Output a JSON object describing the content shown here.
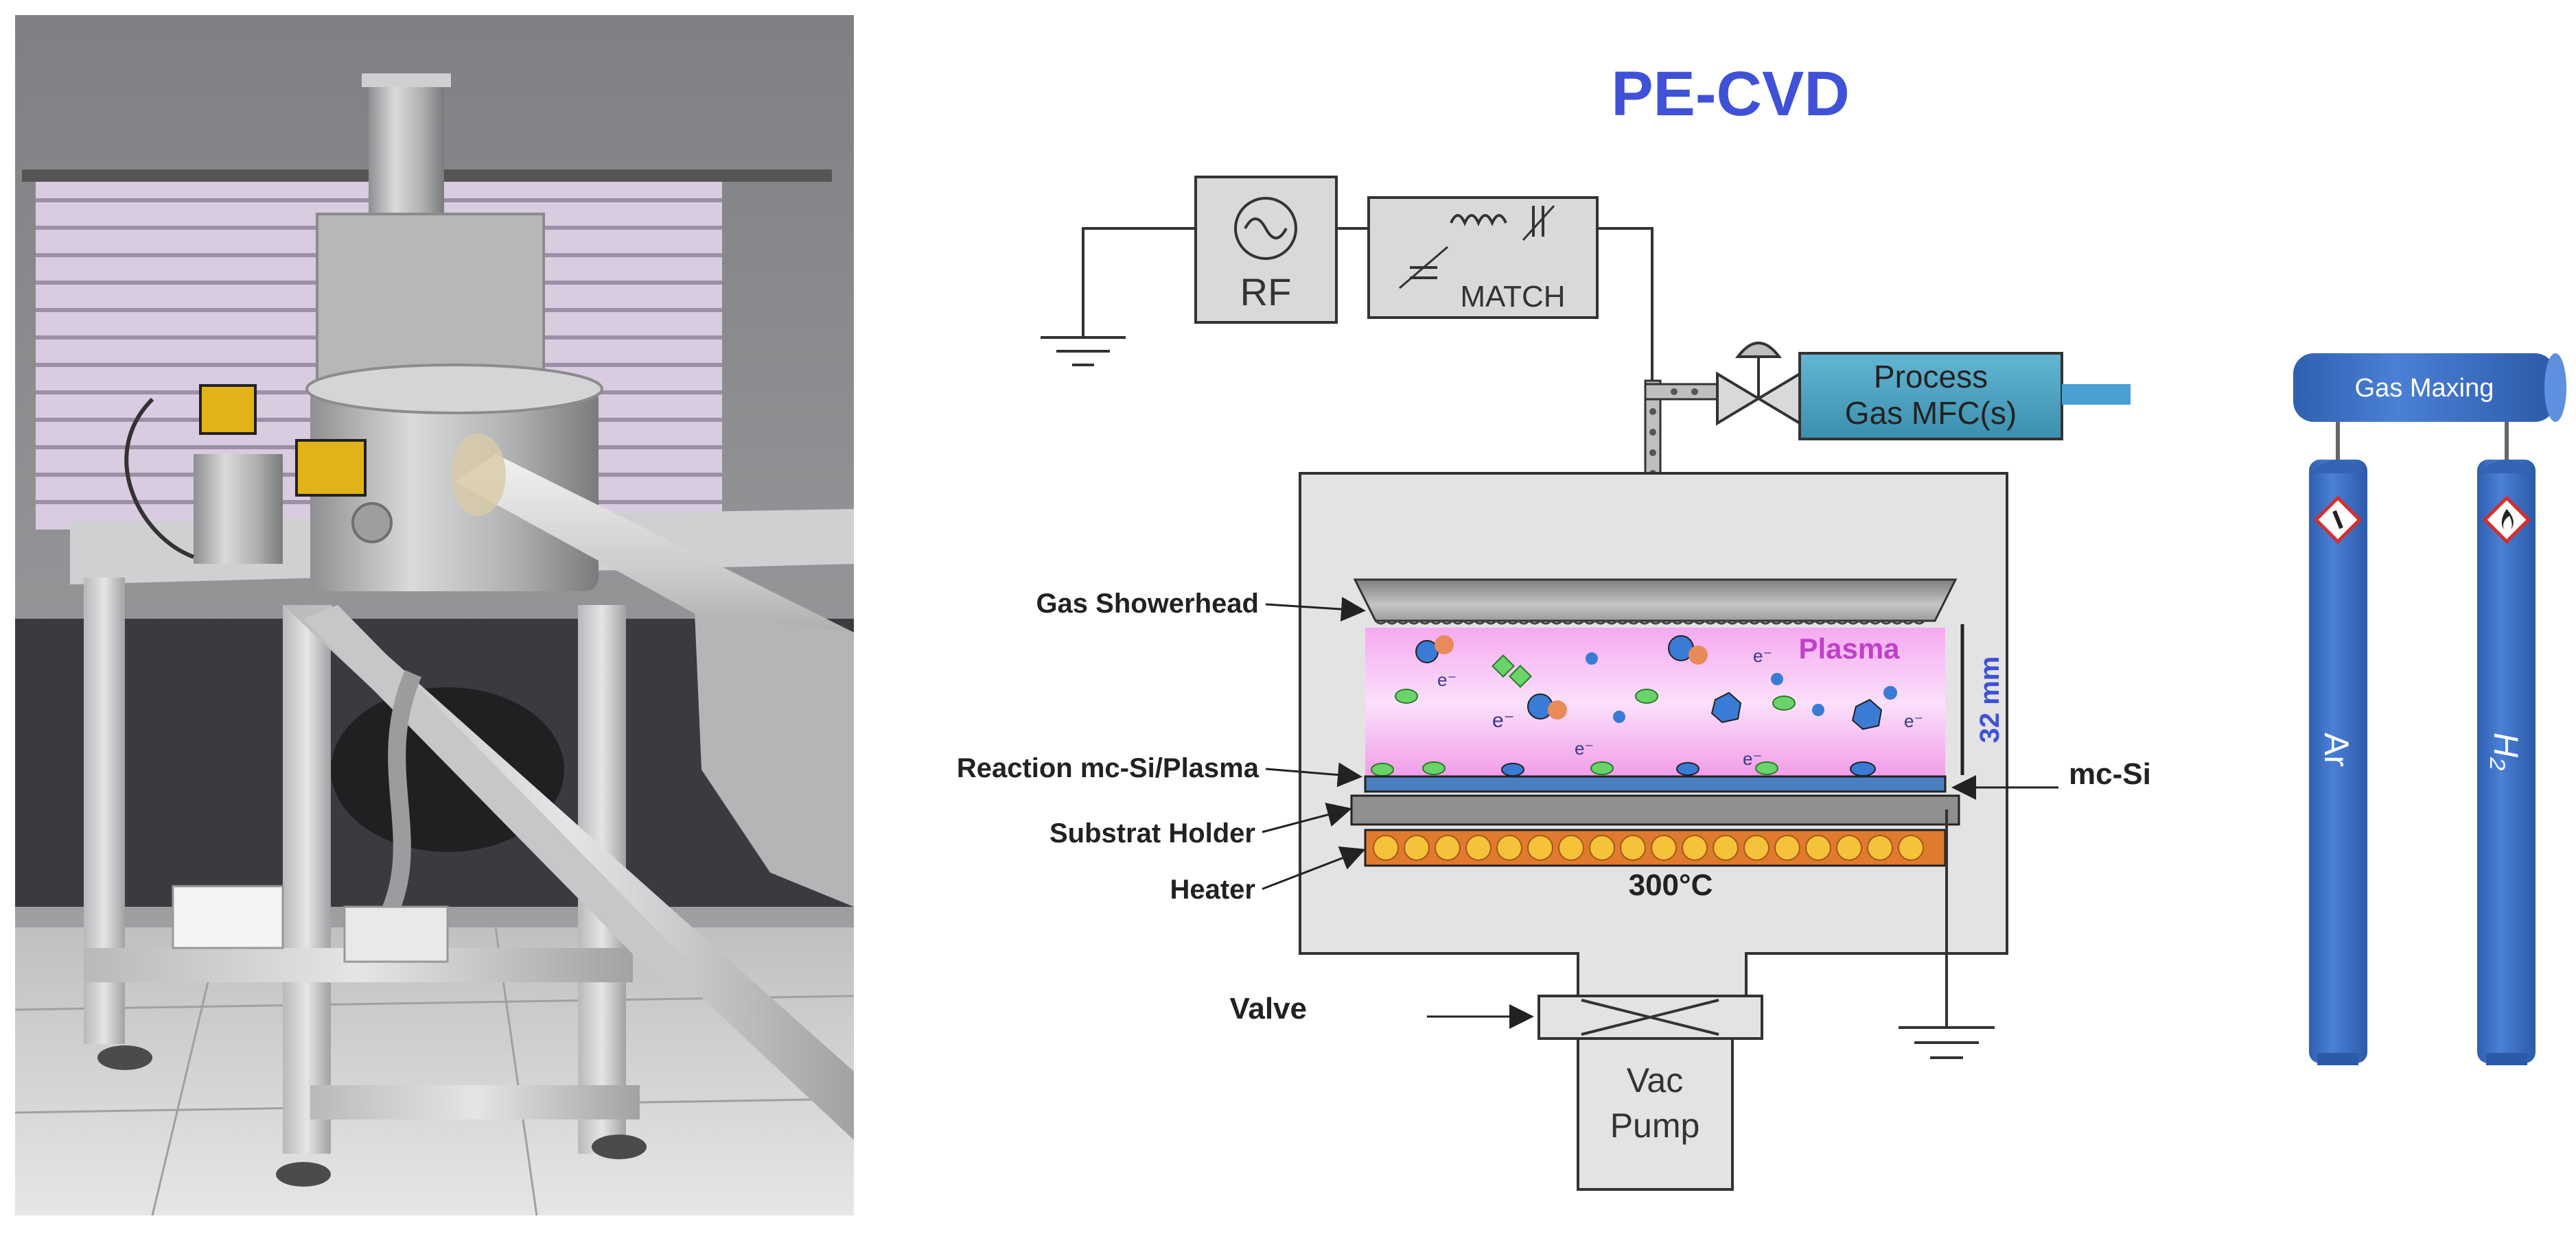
{
  "title": "PE-CVD",
  "rf_source": {
    "label": "RF"
  },
  "match_box": {
    "label": "MATCH"
  },
  "mfc": {
    "line1": "Process",
    "line2": "Gas MFC(s)"
  },
  "gas_mixing": {
    "label": "Gas Maxing"
  },
  "cylinders": [
    {
      "label": "Ar",
      "hazard_icon": "oxidizer-diamond-icon"
    },
    {
      "label": "H₂",
      "hazard_icon": "flammable-diamond-icon"
    }
  ],
  "chamber_labels": {
    "showerhead": "Gas Showerhead",
    "reaction": "Reaction mc-Si/Plasma",
    "holder": "Substrat Holder",
    "heater": "Heater",
    "valve": "Valve",
    "mcsi": "mc-Si",
    "plasma": "Plasma",
    "gap": "32 mm",
    "temperature": "300°C"
  },
  "pump": {
    "line1": "Vac",
    "line2": "Pump"
  },
  "colors": {
    "title": "#3F51D6",
    "cylinder": "#3B6FC6",
    "mfc": "#4FA3C4",
    "plasma": "#F6B6F0",
    "heater": "#E07A2E",
    "plasma_label": "#C040C8",
    "gap_label": "#3F51D6"
  }
}
